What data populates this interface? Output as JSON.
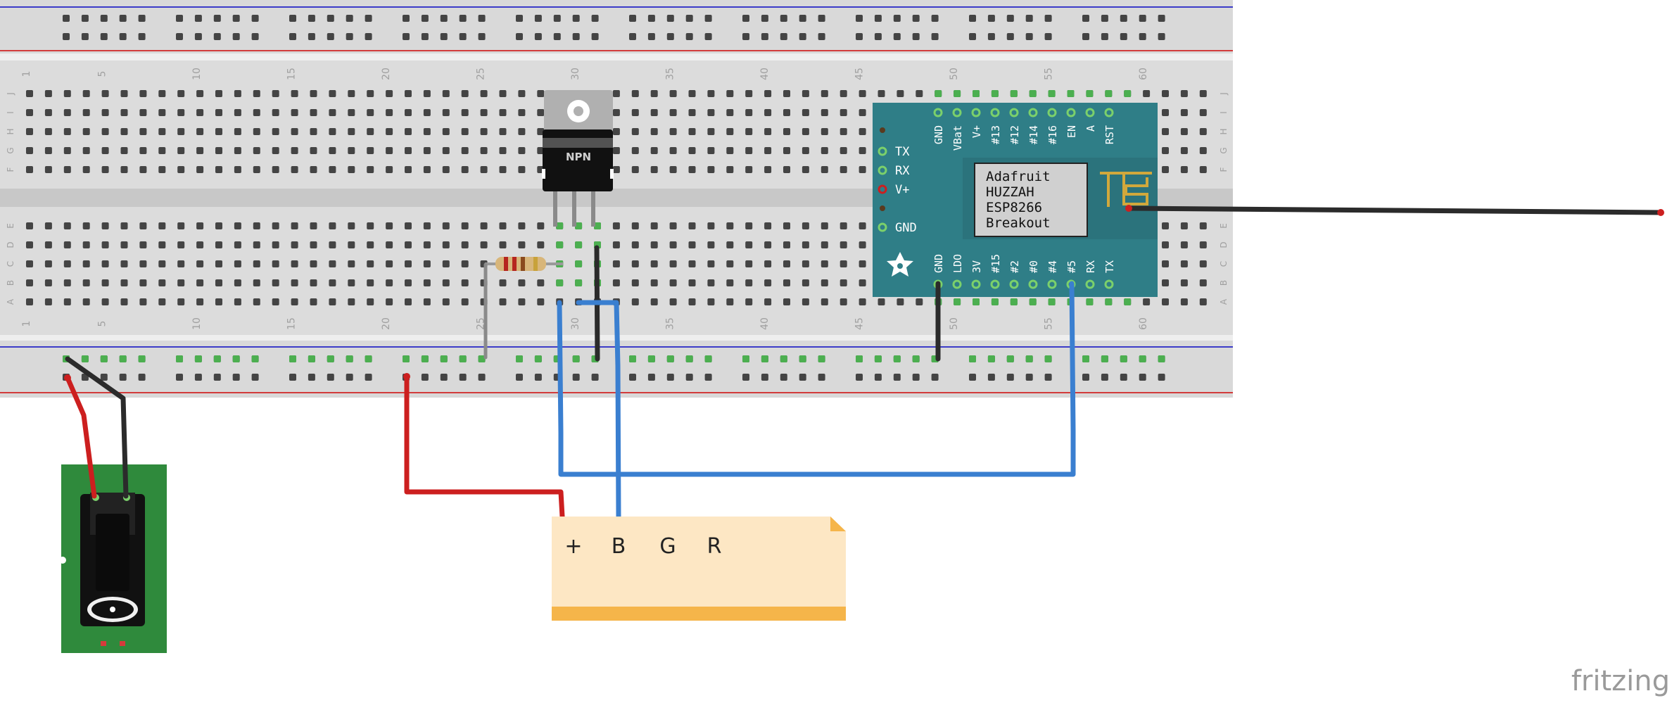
{
  "breadboard": {
    "column_numbers": [
      "1",
      "5",
      "10",
      "15",
      "20",
      "25",
      "30",
      "35",
      "40",
      "45",
      "50",
      "55",
      "60"
    ],
    "row_letters_top": [
      "J",
      "I",
      "H",
      "G",
      "F"
    ],
    "row_letters_bottom": [
      "E",
      "D",
      "C",
      "B",
      "A"
    ]
  },
  "transistor": {
    "label": "NPN"
  },
  "huzzah": {
    "name_lines": [
      "Adafruit",
      "HUZZAH",
      "ESP8266",
      "Breakout"
    ],
    "top_pins": [
      "GND",
      "VBat",
      "V+",
      "#13",
      "#12",
      "#14",
      "#16",
      "EN",
      "A",
      "RST"
    ],
    "bottom_pins": [
      "GND",
      "LDO",
      "3V",
      "#15",
      "#2",
      "#0",
      "#4",
      "#5",
      "RX",
      "TX"
    ],
    "side_pins": [
      "TX",
      "RX",
      "V+",
      "GND"
    ]
  },
  "note": {
    "labels": [
      "+",
      "B",
      "G",
      "R"
    ]
  },
  "branding": {
    "text": "fritzing"
  },
  "colors": {
    "wire_red": "#cc1f1f",
    "wire_black": "#2b2b2b",
    "wire_blue": "#3a7fd0",
    "wire_gray": "#8a8a8a",
    "board_teal": "#2f7e87",
    "jack_green": "#2f8a3c",
    "note_fill": "#fde7c4",
    "note_band": "#f5b54a"
  }
}
